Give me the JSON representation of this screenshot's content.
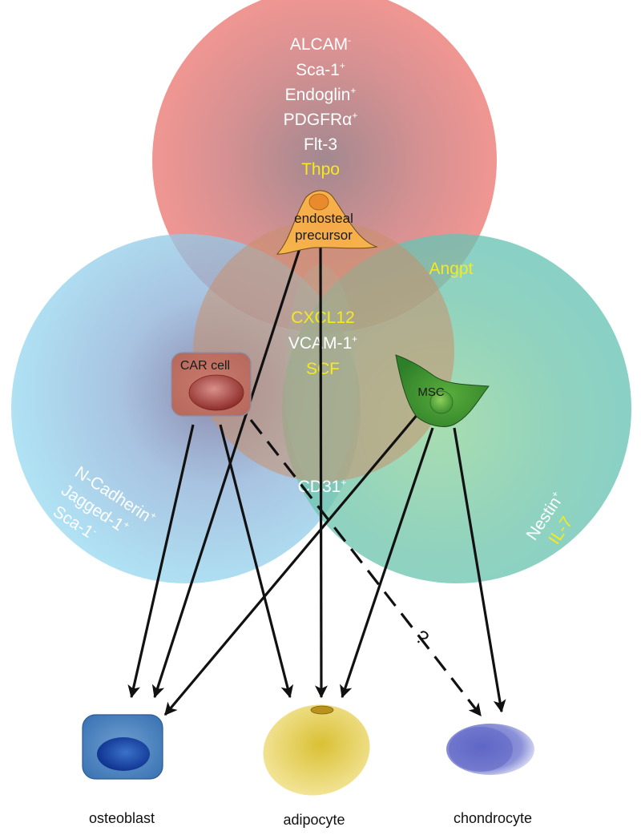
{
  "markers": {
    "red": [
      {
        "name": "ALCAM",
        "sup": "-",
        "color": "#ffffff"
      },
      {
        "name": "Sca-1",
        "sup": "+",
        "color": "#ffffff"
      },
      {
        "name": "Endoglin",
        "sup": "+",
        "color": "#ffffff"
      },
      {
        "name": "PDGFRα",
        "sup": "+",
        "color": "#ffffff"
      },
      {
        "name": "Flt-3",
        "sup": "",
        "color": "#ffffff"
      },
      {
        "name": "Thpo",
        "sup": "",
        "color": "#f6ea1a"
      }
    ],
    "center": [
      {
        "name": "CXCL12",
        "sup": "",
        "color": "#f6ea1a"
      },
      {
        "name": "VCAM-1",
        "sup": "+",
        "color": "#ffffff"
      },
      {
        "name": "SCF",
        "sup": "",
        "color": "#f6ea1a"
      }
    ],
    "angpt": {
      "name": "Angpt",
      "color": "#f6ea1a"
    },
    "cd31": {
      "name": "CD31",
      "sup": "+",
      "color": "#ffffff"
    },
    "blue": [
      {
        "name": "N-Cadherin",
        "sup": "+",
        "color": "#ffffff"
      },
      {
        "name": "Jagged-1",
        "sup": "+",
        "color": "#ffffff"
      },
      {
        "name": "Sca-1",
        "sup": "-",
        "color": "#ffffff"
      }
    ],
    "green": [
      {
        "name": "Nestin",
        "sup": "+",
        "color": "#ffffff"
      },
      {
        "name": "IL-7",
        "sup": "",
        "color": "#f6ea1a"
      }
    ]
  },
  "cells": {
    "endosteal": {
      "line1": "endosteal",
      "line2": "precursor"
    },
    "car": "CAR cell",
    "msc": "MSC"
  },
  "targets": {
    "osteoblast": "osteoblast",
    "adipocyte": "adipocyte",
    "chondrocyte": "chondrocyte"
  },
  "question_mark": "?",
  "colors": {
    "red_circle": "#ee8a86",
    "blue_circle": "#8fd3ee",
    "green_circle": "#6cc5b3",
    "white_text": "#ffffff",
    "yellow_text": "#f6ea1a",
    "arrow": "#111111"
  }
}
